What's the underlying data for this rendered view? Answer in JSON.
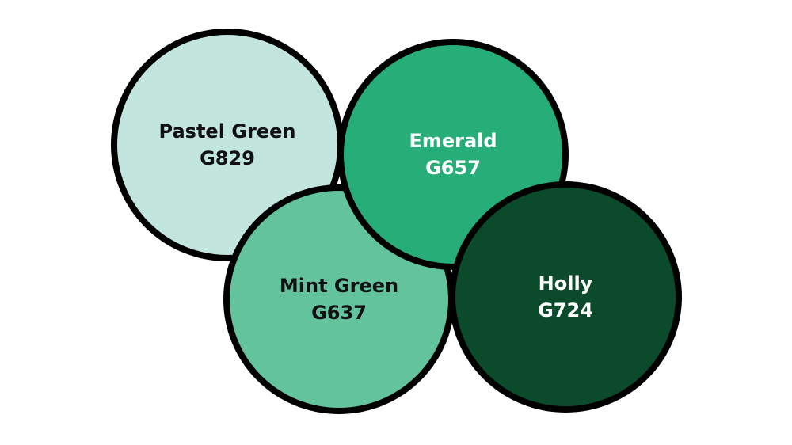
{
  "swatches": [
    {
      "name": "Pastel Green",
      "code": "G829",
      "fill": "#c2e5de",
      "text_color": "#111111"
    },
    {
      "name": "Emerald",
      "code": "G657",
      "fill": "#27ae78",
      "text_color": "#ffffff"
    },
    {
      "name": "Mint Green",
      "code": "G637",
      "fill": "#62c39c",
      "text_color": "#111111"
    },
    {
      "name": "Holly",
      "code": "G724",
      "fill": "#0b4b2c",
      "text_color": "#ffffff"
    }
  ]
}
